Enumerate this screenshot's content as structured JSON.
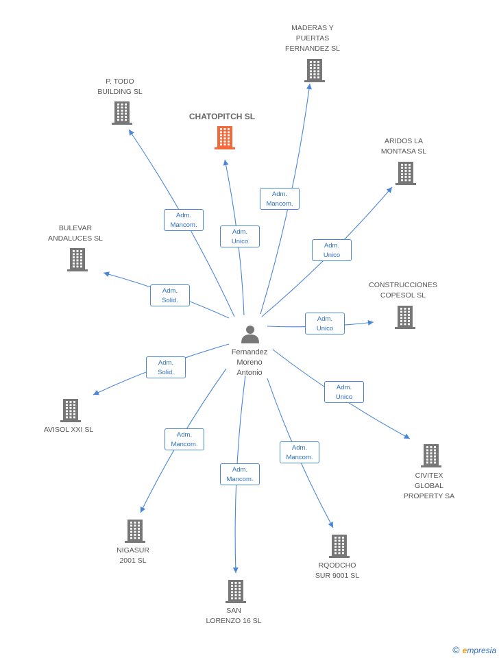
{
  "center": {
    "label": "Fernandez\nMoreno\nAntonio",
    "icon": "person-icon"
  },
  "colors": {
    "edge": "#4a86d8",
    "building": "#777777",
    "building_main": "#f26a3c",
    "badge_text": "#2f6fc2"
  },
  "nodes": [
    {
      "id": "chatopitch",
      "name": "CHATOPITCH SL",
      "main": true,
      "role": "Adm.\nUnico"
    },
    {
      "id": "maderas",
      "name": "MADERAS Y\nPUERTAS\nFERNANDEZ SL",
      "main": false,
      "role": "Adm.\nMancom."
    },
    {
      "id": "ptodo",
      "name": "P.  TODO\nBUILDING SL",
      "main": false,
      "role": "Adm.\nMancom."
    },
    {
      "id": "aridos",
      "name": "ARIDOS LA\nMONTASA SL",
      "main": false,
      "role": "Adm.\nUnico"
    },
    {
      "id": "bulevar",
      "name": "BULEVAR\nANDALUCES  SL",
      "main": false,
      "role": "Adm.\nSolid."
    },
    {
      "id": "construcciones",
      "name": "CONSTRUCCIONES\nCOPESOL SL",
      "main": false,
      "role": "Adm.\nUnico"
    },
    {
      "id": "avisol",
      "name": "AVISOL XXI SL",
      "main": false,
      "role": "Adm.\nSolid."
    },
    {
      "id": "civitex",
      "name": "CIVITEX\nGLOBAL\nPROPERTY SA",
      "main": false,
      "role": "Adm.\nUnico"
    },
    {
      "id": "nigasur",
      "name": "NIGASUR\n2001 SL",
      "main": false,
      "role": "Adm.\nMancom."
    },
    {
      "id": "sanlorenzo",
      "name": "SAN\nLORENZO 16 SL",
      "main": false,
      "role": "Adm.\nMancom."
    },
    {
      "id": "roodcho",
      "name": "RQODCHO\nSUR 9001 SL",
      "main": false,
      "role": "Adm.\nMancom."
    }
  ],
  "footer": {
    "copyright": "©",
    "brand_e": "e",
    "brand_rest": "mpresia"
  }
}
